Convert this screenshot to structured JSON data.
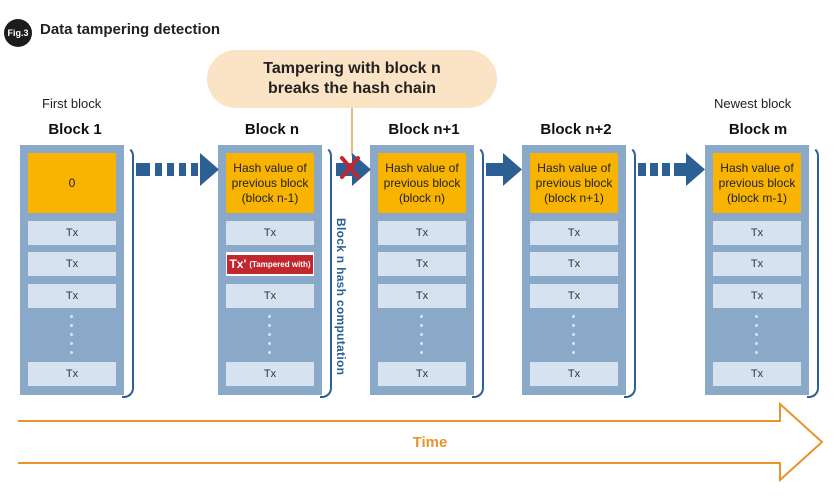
{
  "figure": {
    "badge": "Fig.3",
    "title": "Data tampering detection"
  },
  "callout": {
    "line1": "Tampering with block n",
    "line2": "breaks the hash chain"
  },
  "labels": {
    "first": "First block",
    "newest": "Newest block",
    "hash_computation": "Block n hash computation",
    "time": "Time"
  },
  "tx_label": "Tx",
  "tampered": {
    "main": "Tx'",
    "sub": "(Tampered with)"
  },
  "blocks": [
    {
      "title": "Block 1",
      "hash": "0"
    },
    {
      "title": "Block n",
      "hash": "Hash value of\nprevious block\n(block n-1)"
    },
    {
      "title": "Block n+1",
      "hash": "Hash value of\nprevious block\n(block n)"
    },
    {
      "title": "Block n+2",
      "hash": "Hash value of\nprevious block\n(block n+1)"
    },
    {
      "title": "Block m",
      "hash": "Hash value of\nprevious block\n(block m-1)"
    }
  ],
  "colors": {
    "block": "#8aa9c9",
    "hash": "#f8b400",
    "tx": "#d6e2ef",
    "arrow": "#2c5f93",
    "tampered": "#c2272d",
    "time": "#e8932b",
    "callout": "#fbe3c5"
  }
}
